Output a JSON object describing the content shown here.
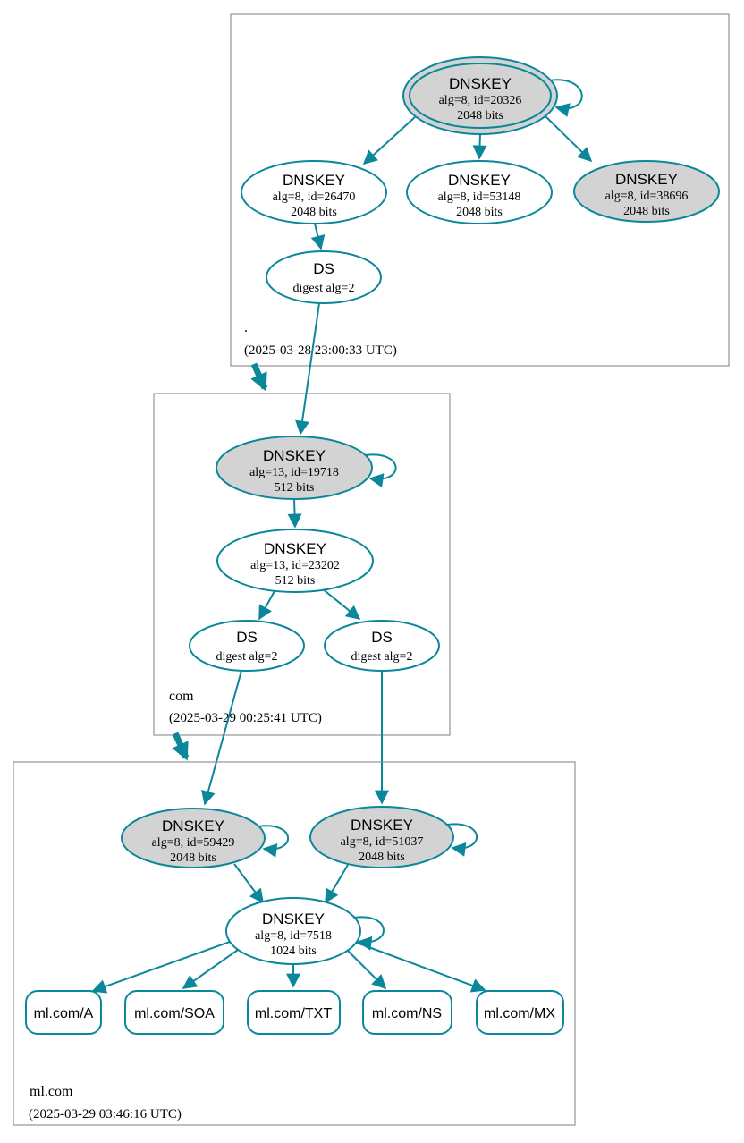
{
  "colors": {
    "accent_teal": "#0a879a",
    "key_fill_gray": "#d3d3d3",
    "zone_border_gray": "#7f7f7f"
  },
  "zones": [
    {
      "name": ".",
      "timestamp": "(2025-03-28 23:00:33 UTC)",
      "keys": [
        {
          "title": "DNSKEY",
          "detail": "alg=8, id=20326",
          "size": "2048 bits"
        },
        {
          "title": "DNSKEY",
          "detail": "alg=8, id=26470",
          "size": "2048 bits"
        },
        {
          "title": "DNSKEY",
          "detail": "alg=8, id=53148",
          "size": "2048 bits"
        },
        {
          "title": "DNSKEY",
          "detail": "alg=8, id=38696",
          "size": "2048 bits"
        }
      ],
      "ds": [
        {
          "title": "DS",
          "detail": "digest alg=2"
        }
      ]
    },
    {
      "name": "com",
      "timestamp": "(2025-03-29 00:25:41 UTC)",
      "keys": [
        {
          "title": "DNSKEY",
          "detail": "alg=13, id=19718",
          "size": "512 bits"
        },
        {
          "title": "DNSKEY",
          "detail": "alg=13, id=23202",
          "size": "512 bits"
        }
      ],
      "ds": [
        {
          "title": "DS",
          "detail": "digest alg=2"
        },
        {
          "title": "DS",
          "detail": "digest alg=2"
        }
      ]
    },
    {
      "name": "ml.com",
      "timestamp": "(2025-03-29 03:46:16 UTC)",
      "keys": [
        {
          "title": "DNSKEY",
          "detail": "alg=8, id=59429",
          "size": "2048 bits"
        },
        {
          "title": "DNSKEY",
          "detail": "alg=8, id=51037",
          "size": "2048 bits"
        },
        {
          "title": "DNSKEY",
          "detail": "alg=8, id=7518",
          "size": "1024 bits"
        }
      ],
      "rrsets": [
        {
          "label": "ml.com/A"
        },
        {
          "label": "ml.com/SOA"
        },
        {
          "label": "ml.com/TXT"
        },
        {
          "label": "ml.com/NS"
        },
        {
          "label": "ml.com/MX"
        }
      ]
    }
  ]
}
